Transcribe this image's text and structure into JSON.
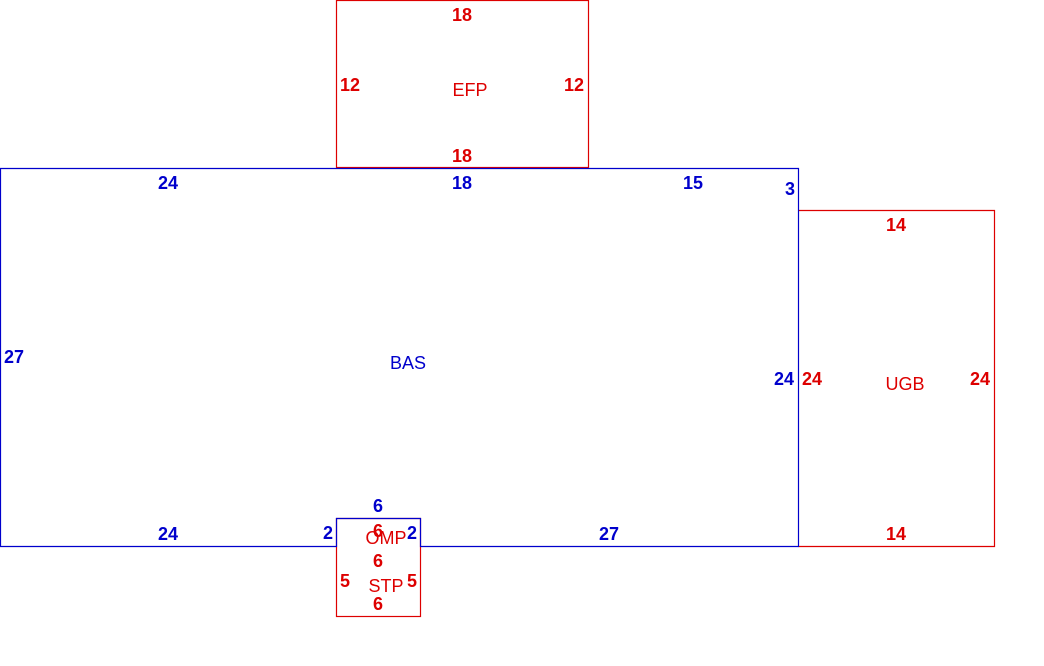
{
  "colors": {
    "main": "#0000cc",
    "addition": "#dd0000"
  },
  "areas": {
    "bas": {
      "code": "BAS",
      "dims": {
        "top_left": "24",
        "top_mid": "18",
        "top_right": "15",
        "corner": "3",
        "left": "27",
        "right": "24",
        "bottom_left": "24",
        "bottom_right": "27",
        "notch_top": "6",
        "notch_left": "2",
        "notch_right": "2"
      }
    },
    "efp": {
      "code": "EFP",
      "dims": {
        "top": "18",
        "bottom": "18",
        "left": "12",
        "right": "12"
      }
    },
    "ugb": {
      "code": "UGB",
      "dims": {
        "top": "14",
        "bottom": "14",
        "left": "24",
        "right": "24"
      }
    },
    "omp": {
      "code": "OMP",
      "dims": {
        "top": "6",
        "bottom": "6"
      }
    },
    "stp": {
      "code": "STP",
      "dims": {
        "bottom": "6",
        "left": "5",
        "right": "5"
      }
    }
  }
}
